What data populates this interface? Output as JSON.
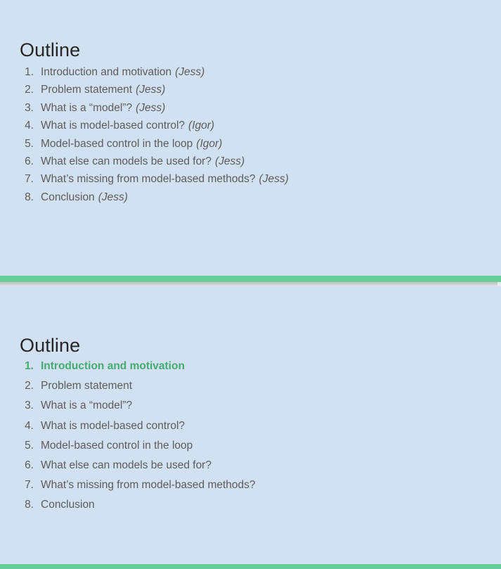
{
  "colors": {
    "background": "#d2e1f1",
    "accent_green": "#66cf99",
    "highlight_text": "#45ab72",
    "body_text": "#5c5c5c",
    "title_text": "#262626",
    "shadow_gray": "#c6c8c7"
  },
  "slides": [
    {
      "id": "slide-outline-attributed",
      "title": "Outline",
      "items": [
        {
          "number": "1.",
          "text": "Introduction and motivation",
          "owner": "(Jess)",
          "active": false
        },
        {
          "number": "2.",
          "text": "Problem statement",
          "owner": "(Jess)",
          "active": false
        },
        {
          "number": "3.",
          "text": "What is a “model”?",
          "owner": "(Jess)",
          "active": false
        },
        {
          "number": "4.",
          "text": "What is model-based control?",
          "owner": "(Igor)",
          "active": false
        },
        {
          "number": "5.",
          "text": "Model-based control in the loop",
          "owner": "(Igor)",
          "active": false
        },
        {
          "number": "6.",
          "text": "What else can models be used for?",
          "owner": "(Jess)",
          "active": false
        },
        {
          "number": "7.",
          "text": "What’s missing from model-based methods?",
          "owner": "(Jess)",
          "active": false
        },
        {
          "number": "8.",
          "text": "Conclusion",
          "owner": "(Jess)",
          "active": false
        }
      ]
    },
    {
      "id": "slide-outline-highlighted",
      "title": "Outline",
      "items": [
        {
          "number": "1.",
          "text": "Introduction and motivation",
          "owner": "",
          "active": true
        },
        {
          "number": "2.",
          "text": "Problem statement",
          "owner": "",
          "active": false
        },
        {
          "number": "3.",
          "text": "What is a “model”?",
          "owner": "",
          "active": false
        },
        {
          "number": "4.",
          "text": "What is model-based control?",
          "owner": "",
          "active": false
        },
        {
          "number": "5.",
          "text": "Model-based control in the loop",
          "owner": "",
          "active": false
        },
        {
          "number": "6.",
          "text": "What else can models be used for?",
          "owner": "",
          "active": false
        },
        {
          "number": "7.",
          "text": "What’s missing from model-based methods?",
          "owner": "",
          "active": false
        },
        {
          "number": "8.",
          "text": "Conclusion",
          "owner": "",
          "active": false
        }
      ]
    }
  ]
}
